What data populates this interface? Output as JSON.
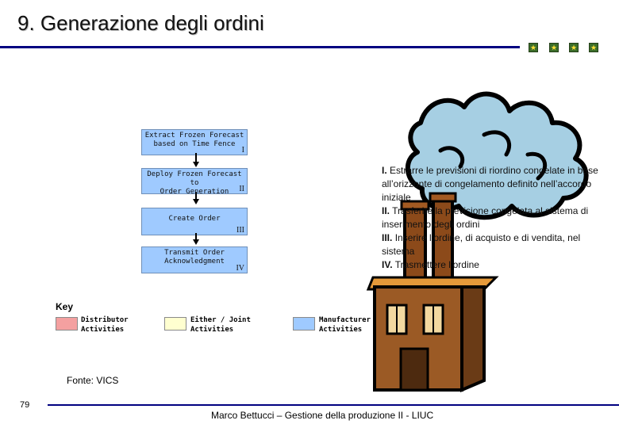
{
  "title": "9. Generazione degli ordini",
  "flow_steps": [
    {
      "line1": "Extract Frozen Forecast",
      "line2": "based on Time Fence",
      "numeral": "I"
    },
    {
      "line1": "Deploy Frozen Forecast to",
      "line2": "Order Generation",
      "numeral": "II"
    },
    {
      "line1": "Create Order",
      "line2": "",
      "numeral": "III"
    },
    {
      "line1": "Transmit Order",
      "line2": "Acknowledgment",
      "numeral": "IV"
    }
  ],
  "key": {
    "title": "Key",
    "items": [
      {
        "line1": "Distributor",
        "line2": "Activities",
        "color": "#f4a0a0"
      },
      {
        "line1": "Either / Joint",
        "line2": "Activities",
        "color": "#ffffd0"
      },
      {
        "line1": "Manufacturer",
        "line2": "Activities",
        "color": "#9fcaff"
      }
    ]
  },
  "description": [
    {
      "num": "I.",
      "text": "Estrarre le previsioni di riordino congelate in base all’orizzonte di congelamento definito nell’accordo iniziale"
    },
    {
      "num": "II.",
      "text": "Trasferire la previsione congelata al sistema di inserimento degli ordini"
    },
    {
      "num": "III.",
      "text": "Inserire l’ordine, di acquisto e di vendita, nel sistema"
    },
    {
      "num": "IV.",
      "text": "Trasmettere l’ordine"
    }
  ],
  "source": "Fonte: VICS",
  "page_number": "79",
  "footer": "Marco Bettucci – Gestione della produzione II - LIUC"
}
